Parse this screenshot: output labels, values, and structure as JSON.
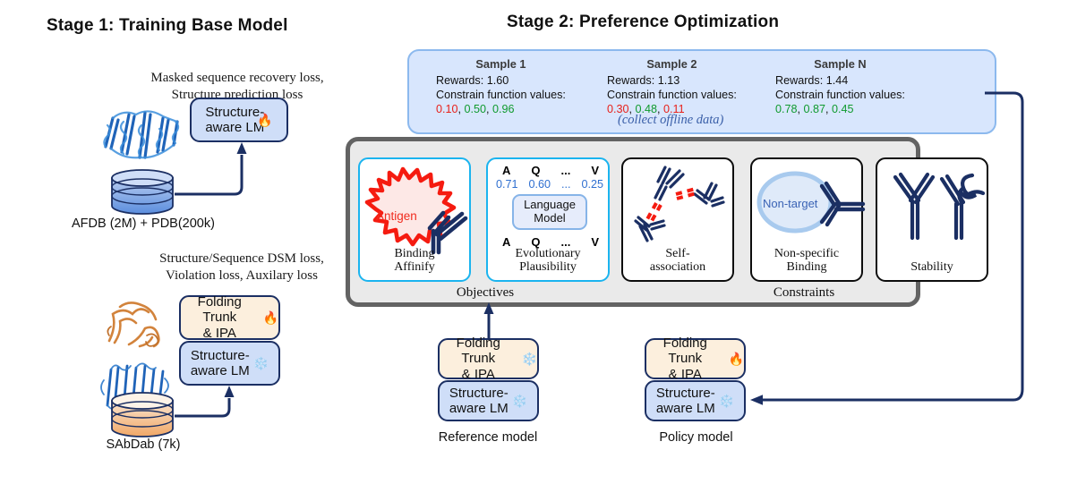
{
  "stage1": {
    "title": "Stage 1: Training Base Model",
    "top": {
      "loss_lines": [
        "Masked sequence recovery loss,",
        "Structure prediction loss"
      ],
      "model_label": "Structure-\naware LM",
      "model_state_icon": "fire-icon",
      "db_label": "AFDB (2M) + PDB(200k)"
    },
    "bottom": {
      "loss_lines": [
        "Structure/Sequence DSM loss,",
        "Violation loss, Auxilary loss"
      ],
      "trunk_label": "Folding Trunk\n& IPA",
      "trunk_state_icon": "fire-icon",
      "lm_label": "Structure-\naware LM",
      "lm_state_icon": "snowflake-icon",
      "db_label": "SAbDab (7k)"
    }
  },
  "stage2": {
    "title": "Stage 2: Preference Optimization",
    "samples": [
      {
        "name": "Sample 1",
        "rewards_label": "Rewards: 1.60",
        "constrain_label": "Constrain function values:",
        "values": [
          {
            "v": "0.10",
            "color": "red"
          },
          {
            "v": "0.50",
            "color": "green"
          },
          {
            "v": "0.96",
            "color": "green"
          }
        ]
      },
      {
        "name": "Sample 2",
        "rewards_label": "Rewards: 1.13",
        "constrain_label": "Constrain function values:",
        "values": [
          {
            "v": "0.30",
            "color": "red"
          },
          {
            "v": "0.48",
            "color": "green"
          },
          {
            "v": "0.11",
            "color": "red"
          }
        ]
      },
      {
        "name": "Sample N",
        "rewards_label": "Rewards: 1.44",
        "constrain_label": "Constrain function values:",
        "values": [
          {
            "v": "0.78",
            "color": "green"
          },
          {
            "v": "0.87",
            "color": "green"
          },
          {
            "v": "0.45",
            "color": "green"
          }
        ]
      }
    ],
    "collect_note": "(collect offline data)",
    "objectives_label": "Objectives",
    "constraints_label": "Constraints",
    "cards": [
      {
        "label": "Binding\nAffinify",
        "icon": "antigen-burst-icon",
        "annot": "Antigen",
        "kind": "objective"
      },
      {
        "label": "Evolutionary\nPlausibility",
        "icon": "language-model-icon",
        "kind": "objective",
        "lm_label": "Language\nModel",
        "tokens_top": [
          "A",
          "Q",
          "...",
          "V"
        ],
        "probs": [
          "0.71",
          "0.60",
          "...",
          "0.25"
        ],
        "tokens_bottom": [
          "A",
          "Q",
          "...",
          "V"
        ]
      },
      {
        "label": "Self-\nassociation",
        "icon": "self-association-icon",
        "kind": "constraint"
      },
      {
        "label": "Non-specific\nBinding",
        "icon": "non-specific-binding-icon",
        "annot": "Non-target",
        "kind": "constraint"
      },
      {
        "label": "Stability",
        "icon": "stability-icon",
        "kind": "constraint"
      }
    ],
    "reference_model": {
      "trunk_label": "Folding Trunk\n& IPA",
      "trunk_state_icon": "snowflake-icon",
      "lm_label": "Structure-\naware LM",
      "lm_state_icon": "snowflake-icon",
      "caption": "Reference model"
    },
    "policy_model": {
      "trunk_label": "Folding Trunk\n& IPA",
      "trunk_state_icon": "fire-icon",
      "lm_label": "Structure-\naware LM",
      "lm_state_icon": "snowflake-icon",
      "caption": "Policy model"
    }
  },
  "colors": {
    "panel_border": "#636363",
    "objective_border": "#1bb4ef",
    "constraint_border": "#0d0d0d",
    "arrow": "#1b2f63",
    "banner_bg": "#d8e6fd",
    "positive": "#0f9a2e",
    "negative": "#e8201a"
  }
}
